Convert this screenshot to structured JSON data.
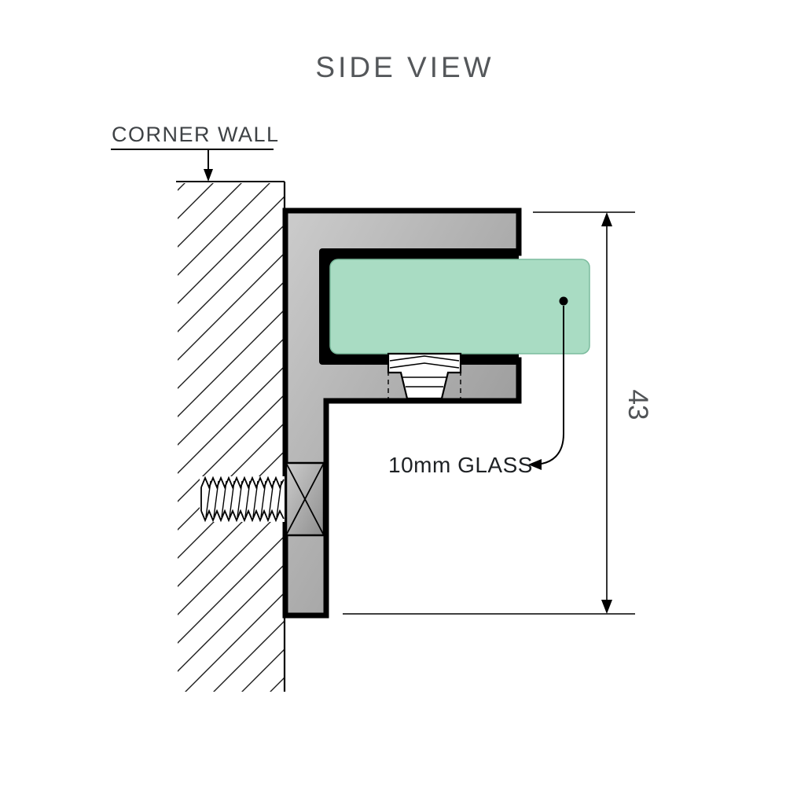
{
  "title": "SIDE VIEW",
  "labels": {
    "corner_wall": "CORNER WALL",
    "glass": "10mm GLASS",
    "dimension_height": "43"
  },
  "measurements": {
    "bracket_height": "43",
    "glass_thickness": "10mm"
  },
  "colors": {
    "glass_green": "#a9dcc3",
    "metal_light": "#cccccc",
    "metal_dark": "#8e8e8e",
    "line_black": "#000000"
  }
}
